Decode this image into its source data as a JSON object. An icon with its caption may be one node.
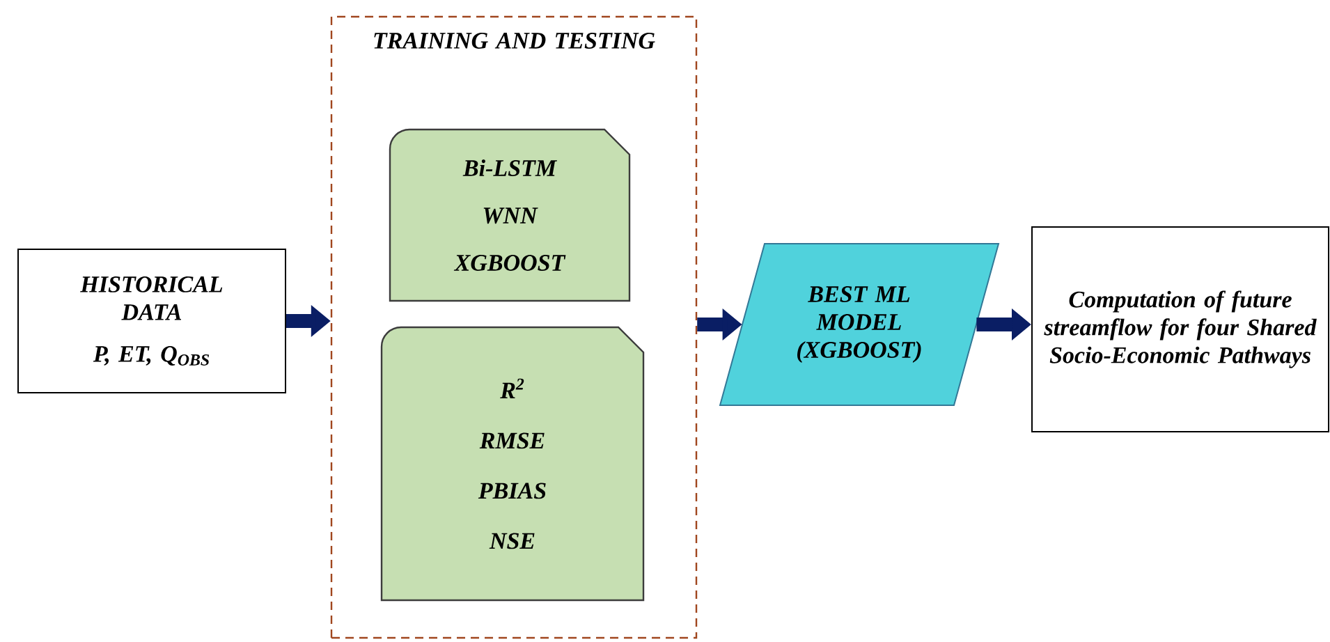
{
  "diagram": {
    "nodes": [
      {
        "text": [
          "HISTORICAL DATA",
          "P, ET, Q$_{OBS}$"
        ]
      },
      {
        "text": [
          "TRAINING AND TESTING"
        ]
      },
      {
        "text": [
          "Bi-LSTM",
          "WNN",
          "XGBOOST"
        ],
        "in": 1
      },
      {
        "text": [
          "R$^{2}$",
          "RMSE",
          "PBIAS",
          "NSE"
        ],
        "in": 1
      },
      {
        "text": [
          "BEST ML MODEL (XGBOOST)"
        ]
      },
      {
        "text": [
          "Computation of future streamflow for four Shared Socio-Economic Pathways"
        ]
      }
    ],
    "edges": [
      {
        "from": 0,
        "to": 1,
        "arrow": "to"
      },
      {
        "from": 1,
        "to": 4,
        "arrow": "to"
      },
      {
        "from": 4,
        "to": 5,
        "arrow": "to"
      }
    ]
  }
}
